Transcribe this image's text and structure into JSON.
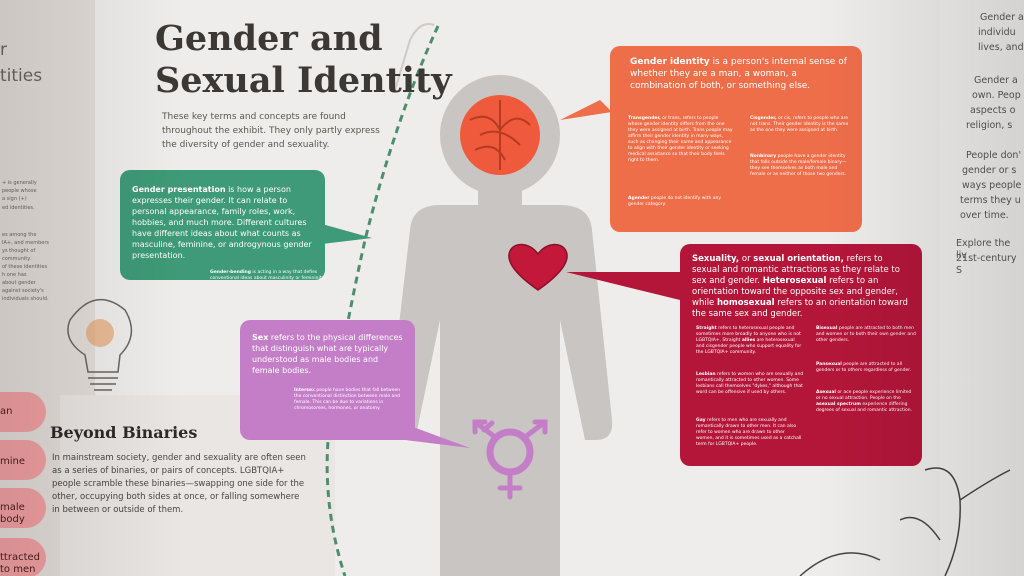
{
  "main": {
    "title": "Gender and\nSexual Identity",
    "intro": "These key terms and concepts are found throughout the exhibit. They only partly express the diversity of gender and sexuality."
  },
  "green": {
    "term": "Gender presentation",
    "text": "is how a person expresses their gender. It can relate to personal appearance, family roles, work, hobbies, and much more. Different cultures have different ideas about what counts as masculine, feminine, or androgynous gender presentation.",
    "sub_term": "Gender-bending",
    "sub_text": "is acting in a way that defies conventional ideas about masculinity or femininity."
  },
  "orange": {
    "term": "Gender identity",
    "text": "is a person's internal sense of whether they are a man, a woman, a combination of both, or something else.",
    "trans_term": "Transgender,",
    "trans_text": "or trans, refers to people whose gender identity differs from the one they were assigned at birth. Trans people may affirm their gender identity in many ways, such as changing their name and appearance to align with their gender identity or seeking medical assistance so that their body feels right to them.",
    "agender_term": "Agender",
    "agender_text": "people do not identify with any gender category.",
    "cis_term": "Cisgender,",
    "cis_text": "or cis, refers to people who are not trans. Their gender identity is the same as the one they were assigned at birth.",
    "nb_term": "Nonbinary",
    "nb_text": "people have a gender identity that falls outside the male/female binary—they see themselves as both male and female or as neither of those two genders."
  },
  "red": {
    "term1": "Sexuality,",
    "text1": "or",
    "term2": "sexual orientation,",
    "text2": "refers to sexual and romantic attractions as they relate to sex and gender.",
    "term3": "Heterosexual",
    "text3": "refers to an orientation toward the opposite sex and gender, while",
    "term4": "homosexual",
    "text4": "refers to an orientation toward the same sex and gender.",
    "straight_term": "Straight",
    "straight_text1": "refers to heterosexual people and sometimes more broadly to anyone who is not LGBTQIA+. Straight",
    "allies_term": "allies",
    "straight_text2": "are heterosexual and cisgender people who support equality for the LGBTQIA+ community.",
    "lesbian_term": "Lesbian",
    "lesbian_text": "refers to women who are sexually and romantically attracted to other women. Some lesbians call themselves \"dykes,\" although that word can be offensive if used by others.",
    "gay_term": "Gay",
    "gay_text": "refers to men who are sexually and romantically drawn to other men. It can also refer to women who are drawn to other women, and it is sometimes used as a catchall term for LGBTQIA+ people.",
    "bi_term": "Bisexual",
    "bi_text": "people are attracted to both men and women or to both their own gender and other genders.",
    "pan_term": "Pansexual",
    "pan_text": "people are attracted to all genders or to others regardless of gender.",
    "ace_term": "Asexual",
    "ace_text1": "or ace people experience limited or no sexual attraction. People on the",
    "ace_spectrum": "asexual spectrum",
    "ace_text2": "experience differing degrees of sexual and romantic attraction."
  },
  "pink": {
    "term": "Sex",
    "text": "refers to the physical differences that distinguish what are typically understood as male bodies and female bodies.",
    "intersex_term": "Intersex",
    "intersex_text": "people have bodies that fall between the conventional distinction between male and female. This can be due to variations in chromosomes, hormones, or anatomy."
  },
  "beyond": {
    "title": "Beyond Binaries",
    "text": "In mainstream society, gender and sexuality are often seen as a series of binaries, or pairs of concepts. LGBTQIA+ people scramble these binaries—swapping one side for the other, occupying both sides at once, or falling somewhere in between or outside of them."
  },
  "left_panel": {
    "frag1": "r",
    "frag2": "tities",
    "frag3": "+ is generally",
    "frag4": "people whose",
    "frag5": "a sign (+)",
    "frag6": "ed identities.",
    "frag7": "es among the",
    "frag8": "IA+, and members",
    "frag9": "ys thought of",
    "frag10": "community.",
    "frag11": "of these identities",
    "frag12": "h one has",
    "frag13": "about gender",
    "frag14": "against society's",
    "frag15": "individuals should.",
    "pills": [
      "an",
      "mine",
      "male",
      "body",
      "ttracted",
      "to men"
    ]
  },
  "right_panel": {
    "lines": [
      "Gender a",
      "individu",
      "lives, and",
      "Gender a",
      "own. Peop",
      "aspects o",
      "religion, s",
      "People don'",
      "gender or s",
      "ways people",
      "terms they u",
      "over time.",
      "Explore the liv",
      "21st-century S"
    ]
  },
  "colors": {
    "gender_presentation": "#3e9a78",
    "gender_identity": "#ef6e4a",
    "sexuality": "#b4163a",
    "sex": "#c47ec8",
    "figure": "#c9c5c2",
    "binary_pills": "#f1a0a2"
  }
}
